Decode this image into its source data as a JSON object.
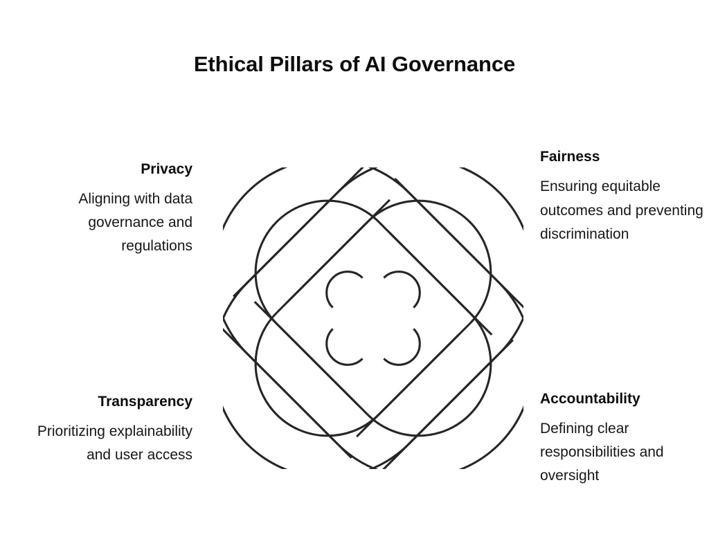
{
  "slide": {
    "title": "Ethical Pillars of AI Governance",
    "background_color": "#ffffff",
    "text_color": "#111111"
  },
  "graphic": {
    "name": "celtic-bowen-knot",
    "description": "Four interlocking looped bands with four-fold rotational symmetry",
    "stroke_color": "#262626",
    "fill_color": "#ffffff",
    "loop_count": 4
  },
  "pillars": [
    {
      "id": "privacy",
      "position": "top-left",
      "heading": "Privacy",
      "body": "Aligning with data governance and regulations",
      "align": "right"
    },
    {
      "id": "fairness",
      "position": "top-right",
      "heading": "Fairness",
      "body": "Ensuring equitable outcomes and preventing discrimination",
      "align": "left"
    },
    {
      "id": "transparency",
      "position": "bottom-left",
      "heading": "Transparency",
      "body": "Prioritizing explainability and user access",
      "align": "right"
    },
    {
      "id": "accountability",
      "position": "bottom-right",
      "heading": "Accountability",
      "body": "Defining clear responsibilities and oversight",
      "align": "left"
    }
  ]
}
